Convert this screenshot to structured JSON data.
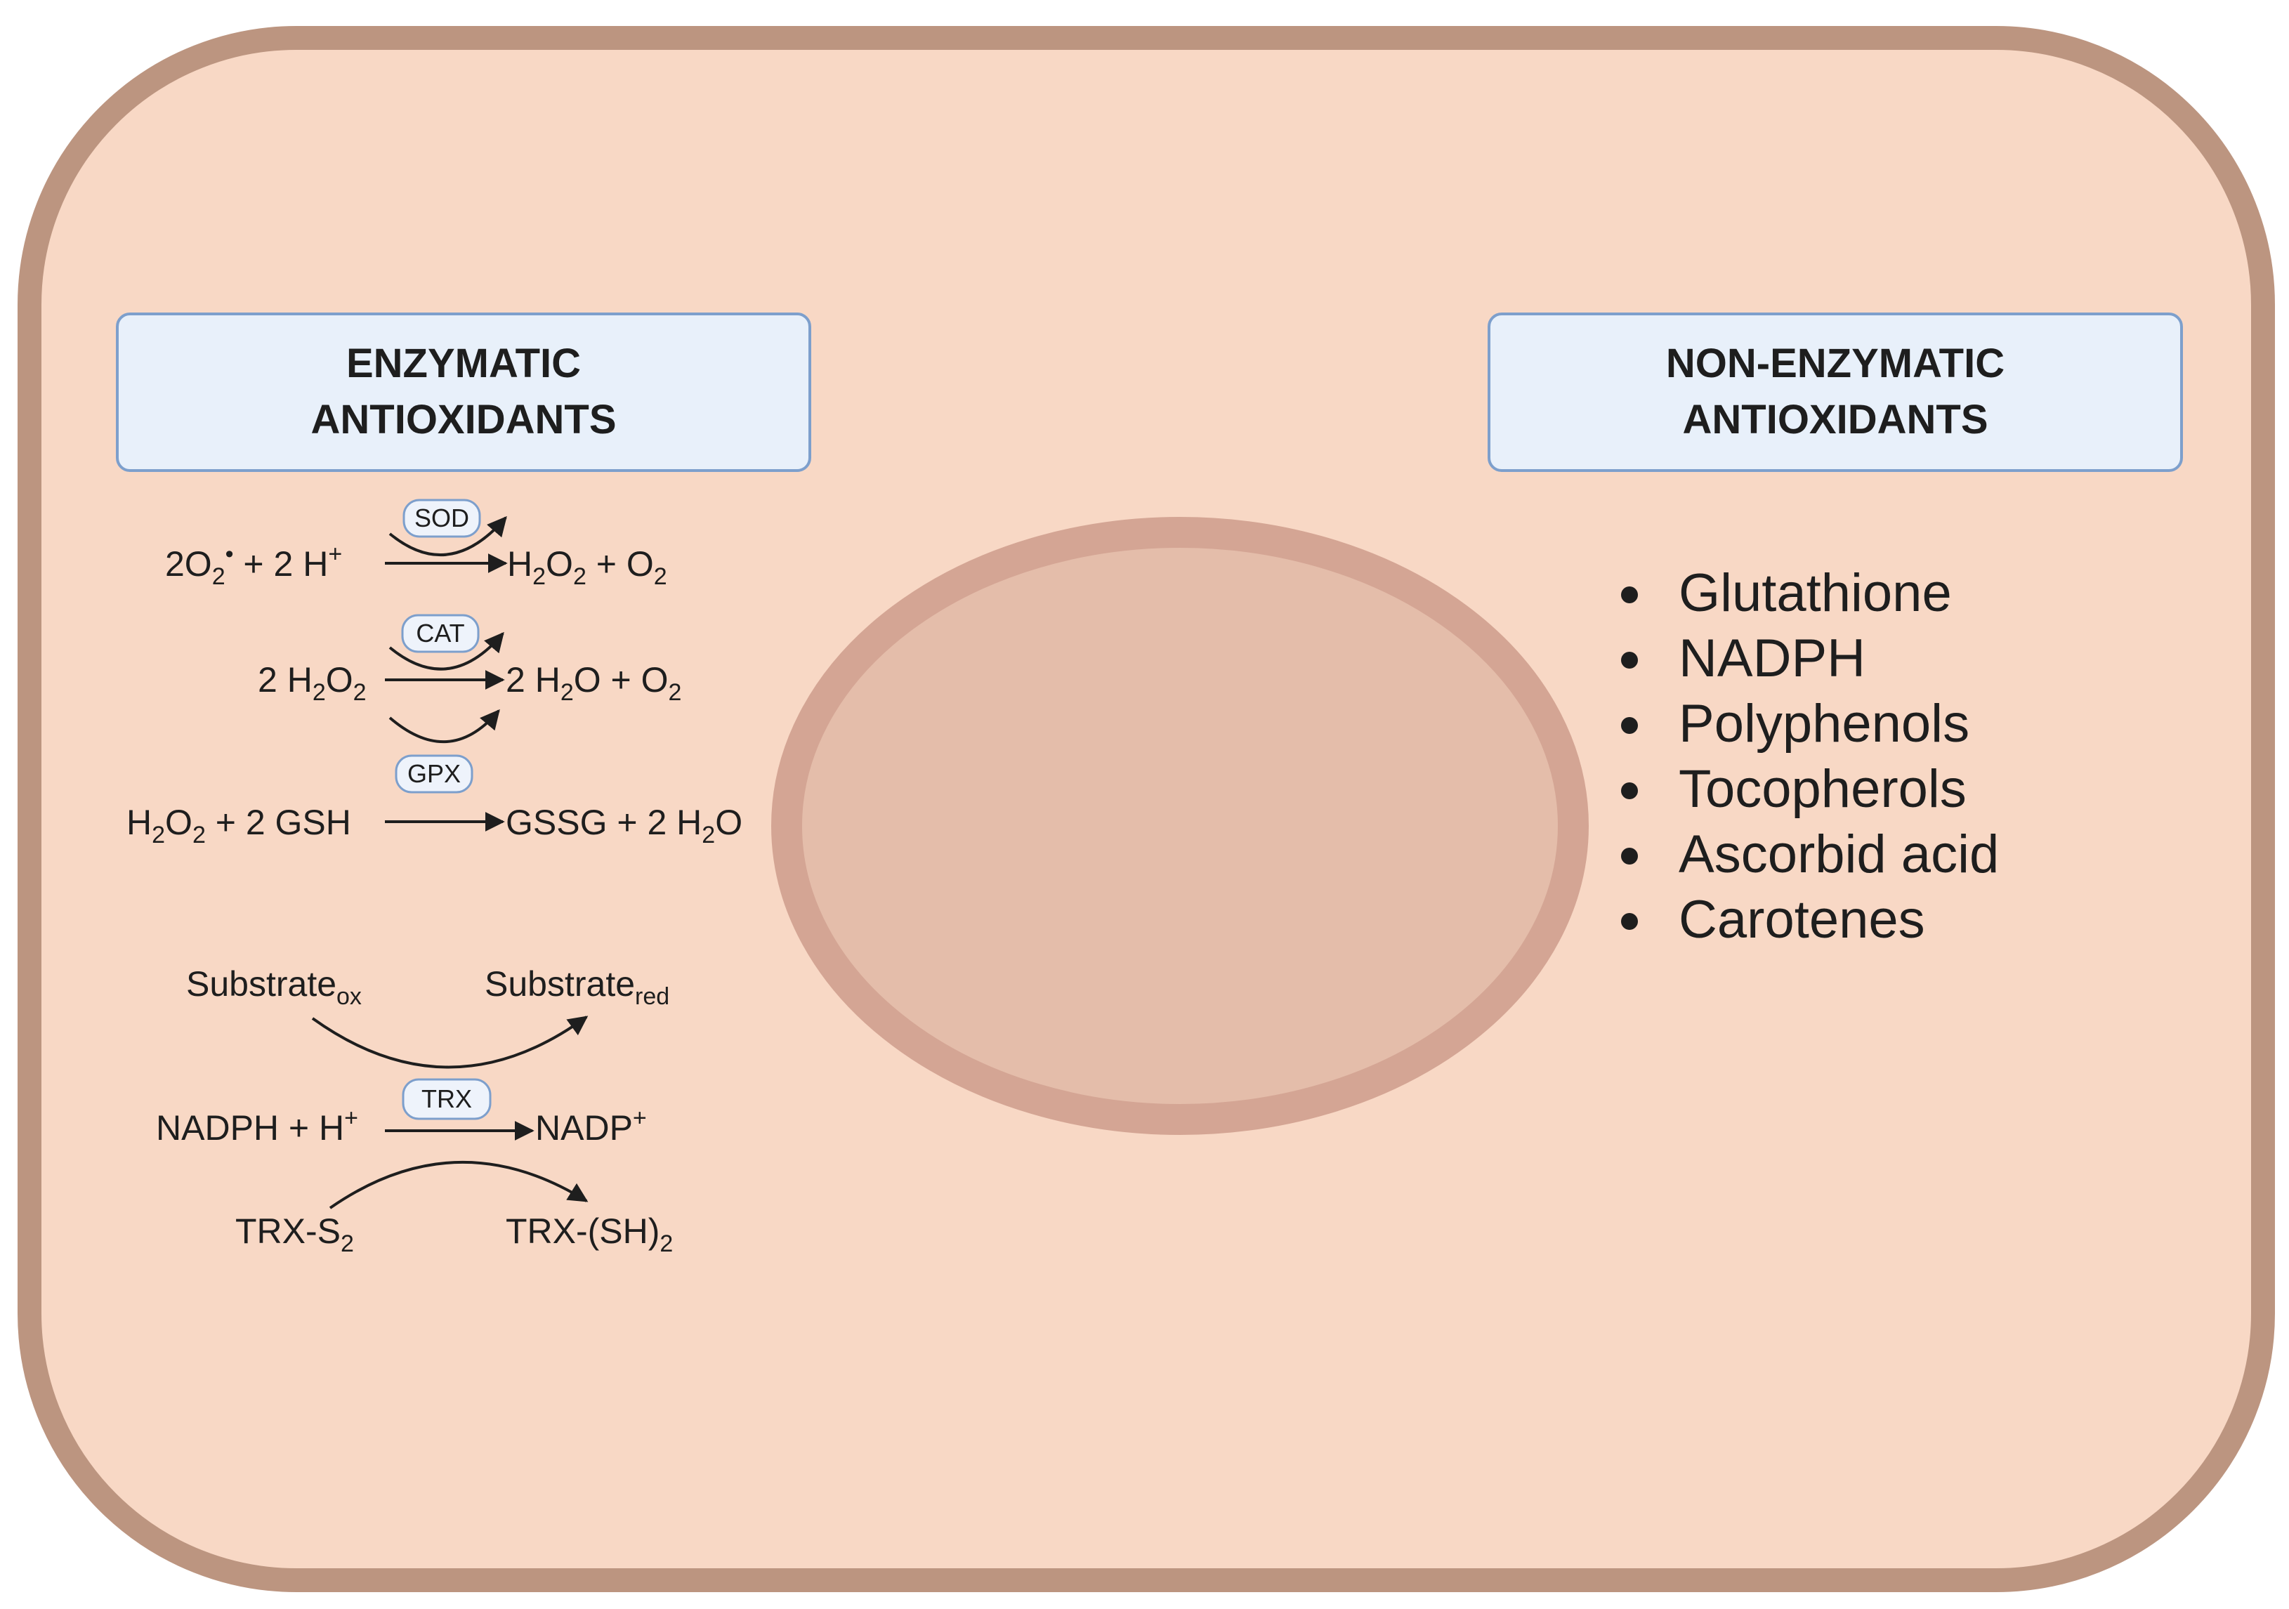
{
  "colors": {
    "cell_fill": "#f8d8c5",
    "cell_border": "#bc9580",
    "nucleus_fill": "#e4bdaa",
    "nucleus_border": "#d4a594",
    "header_fill": "#e8f0fa",
    "header_border": "#7d9fcc",
    "enzyme_fill": "#eef3fb",
    "enzyme_border": "#7d9fcc",
    "text": "#1e1e1e"
  },
  "enzymatic": {
    "title_line1": "ENZYMATIC",
    "title_line2": "ANTIOXIDANTS",
    "reactions": {
      "sod": {
        "enzyme": "SOD",
        "left": [
          {
            "t": "2O",
            "k": "n"
          },
          {
            "t": "2",
            "k": "sub"
          },
          {
            "t": "•",
            "k": "sup"
          },
          {
            "t": " + 2 H",
            "k": "n"
          },
          {
            "t": "+",
            "k": "sup"
          }
        ],
        "right": [
          {
            "t": "H",
            "k": "n"
          },
          {
            "t": "2",
            "k": "sub"
          },
          {
            "t": "O",
            "k": "n"
          },
          {
            "t": "2",
            "k": "sub"
          },
          {
            "t": " + O",
            "k": "n"
          },
          {
            "t": "2",
            "k": "sub"
          }
        ]
      },
      "cat": {
        "enzyme": "CAT",
        "left": [
          {
            "t": "2 H",
            "k": "n"
          },
          {
            "t": "2",
            "k": "sub"
          },
          {
            "t": "O",
            "k": "n"
          },
          {
            "t": "2",
            "k": "sub"
          }
        ],
        "right": [
          {
            "t": "2 H",
            "k": "n"
          },
          {
            "t": "2",
            "k": "sub"
          },
          {
            "t": "O + O",
            "k": "n"
          },
          {
            "t": "2",
            "k": "sub"
          }
        ]
      },
      "gpx": {
        "enzyme": "GPX",
        "left": [
          {
            "t": "H",
            "k": "n"
          },
          {
            "t": "2",
            "k": "sub"
          },
          {
            "t": "O",
            "k": "n"
          },
          {
            "t": "2",
            "k": "sub"
          },
          {
            "t": " + 2 GSH",
            "k": "n"
          }
        ],
        "right": [
          {
            "t": "GSSG + 2 H",
            "k": "n"
          },
          {
            "t": "2",
            "k": "sub"
          },
          {
            "t": "O",
            "k": "n"
          }
        ]
      },
      "trx": {
        "enzyme": "TRX",
        "substrate_ox": [
          {
            "t": "Substrate",
            "k": "n"
          },
          {
            "t": "ox",
            "k": "sub"
          }
        ],
        "substrate_red": [
          {
            "t": "Substrate",
            "k": "n"
          },
          {
            "t": "red",
            "k": "sub"
          }
        ],
        "left": [
          {
            "t": "NADPH + H",
            "k": "n"
          },
          {
            "t": "+",
            "k": "sup"
          }
        ],
        "right": [
          {
            "t": "NADP",
            "k": "n"
          },
          {
            "t": "+",
            "k": "sup"
          }
        ],
        "trx_s2": [
          {
            "t": "TRX-S",
            "k": "n"
          },
          {
            "t": "2",
            "k": "sub"
          }
        ],
        "trx_sh2": [
          {
            "t": "TRX-(SH)",
            "k": "n"
          },
          {
            "t": "2",
            "k": "sub"
          }
        ]
      }
    }
  },
  "non_enzymatic": {
    "title_line1": "NON-ENZYMATIC",
    "title_line2": "ANTIOXIDANTS",
    "items": [
      "Glutathione",
      "NADPH",
      "Polyphenols",
      "Tocopherols",
      "Ascorbid acid",
      "Carotenes"
    ]
  }
}
